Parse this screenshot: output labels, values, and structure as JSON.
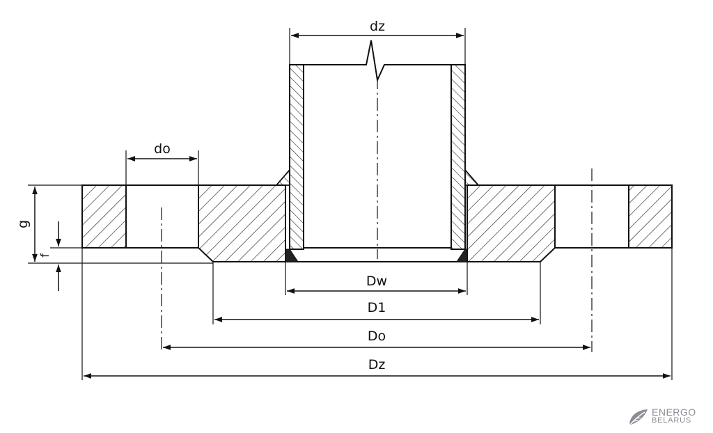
{
  "labels": {
    "dz": "dz",
    "do": "do",
    "g": "g",
    "f": "f",
    "Dw": "Dw",
    "D1": "D1",
    "Do": "Do",
    "Dz": "Dz"
  },
  "logo": {
    "line1": "ENERGO",
    "line2": "BELARUS",
    "color": "#8a8f96"
  }
}
